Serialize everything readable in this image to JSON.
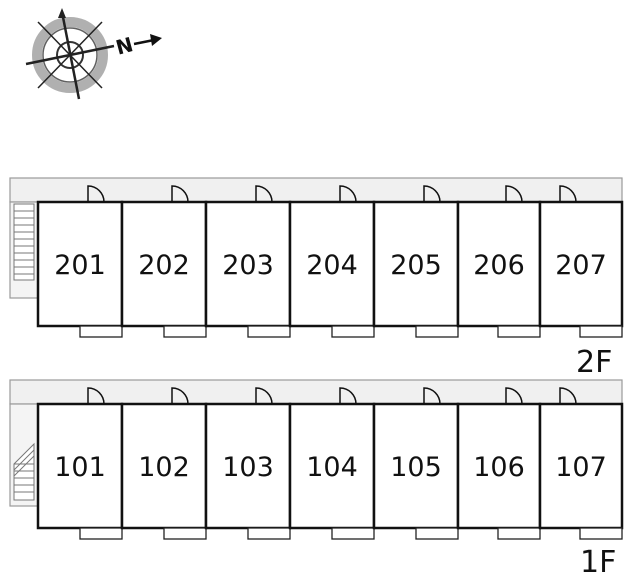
{
  "compass": {
    "label": "N",
    "icon": "compass-rose-icon"
  },
  "colors": {
    "ink": "#111111",
    "corridor": "#f0f0f0",
    "corridor_edge": "#9a9a9a",
    "ring": "#b0b0b0"
  },
  "floors": [
    {
      "id": "2F",
      "label": "2F",
      "units": [
        "201",
        "202",
        "203",
        "204",
        "205",
        "206",
        "207"
      ]
    },
    {
      "id": "1F",
      "label": "1F",
      "units": [
        "101",
        "102",
        "103",
        "104",
        "105",
        "106",
        "107"
      ]
    }
  ]
}
